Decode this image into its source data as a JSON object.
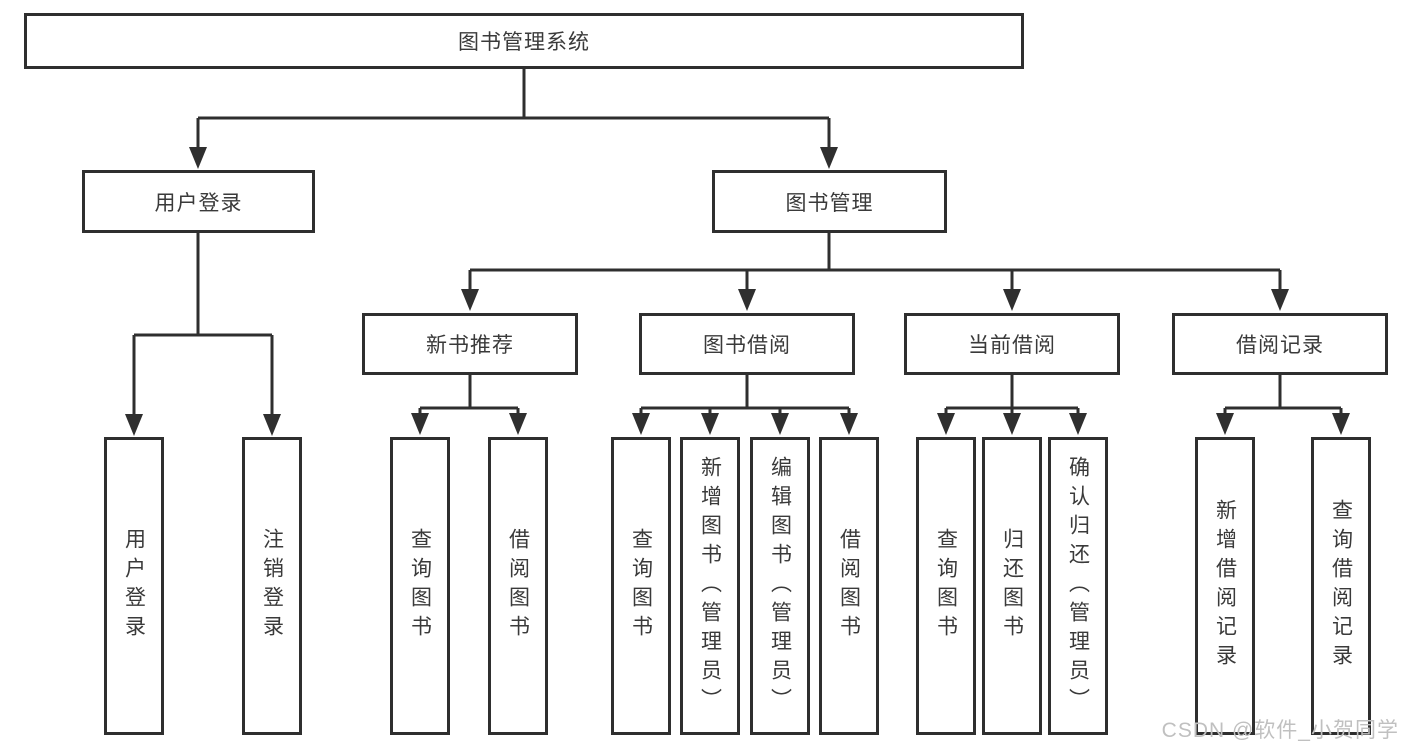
{
  "diagram": {
    "title": "图书管理系统",
    "root": {
      "label": "图书管理系统"
    },
    "branches": [
      {
        "label": "用户登录",
        "children": [
          "用户登录",
          "注销登录"
        ]
      },
      {
        "label": "图书管理",
        "sections": [
          {
            "label": "新书推荐",
            "children": [
              "查询图书",
              "借阅图书"
            ]
          },
          {
            "label": "图书借阅",
            "children": [
              "查询图书",
              "新增图书（管理员）",
              "编辑图书（管理员）",
              "借阅图书"
            ]
          },
          {
            "label": "当前借阅",
            "children": [
              "查询图书",
              "归还图书",
              "确认归还（管理员）"
            ]
          },
          {
            "label": "借阅记录",
            "children": [
              "新增借阅记录",
              "查询借阅记录"
            ]
          }
        ]
      }
    ]
  },
  "watermark": {
    "text": "CSDN @软件_小贺同学",
    "color": "#c0c0c0"
  },
  "colors": {
    "line": "#2f2f2f",
    "text": "#3a3a3a",
    "box_fill": "#ffffff",
    "background": "#ffffff"
  }
}
